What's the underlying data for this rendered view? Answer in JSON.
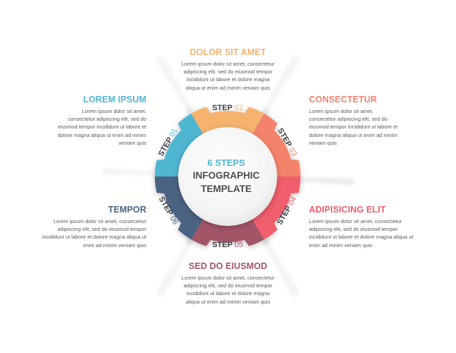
{
  "center": {
    "line1": "6 STEPS",
    "line2": "INFOGRAPHIC",
    "line3": "TEMPLATE",
    "line1_color": "#4fb6d2",
    "text_color": "#4a4d52"
  },
  "steps": [
    {
      "label": "STEP",
      "number": "01",
      "color": "#4fb6d2",
      "title": "LOREM IPSUM",
      "text": [
        "Lorem ipsum dolor sit amet,",
        "consectetur adipiscing elit, sed do",
        "eiusmod tempor incididunt ut labore et",
        "dolore magna aliqua ut enim ad minim",
        "veniam quis"
      ]
    },
    {
      "label": "STEP",
      "number": "02",
      "color": "#f6b36e",
      "title": "DOLOR SIT AMET",
      "text": [
        "Lorem ipsum dolor sit amet, consectetur",
        "adipiscing elit, sed do eiusmod tempor",
        "incididunt ut labore et dolore magna",
        "aliqua ut enim ad minim veniam quis"
      ]
    },
    {
      "label": "STEP",
      "number": "03",
      "color": "#f4836c",
      "title": "CONSECTETUR",
      "text": [
        "Lorem ipsum dolor sit amet,",
        "consectetur adipiscing elit, sed do",
        "eiusmod tempor incididunt ut labore et",
        "dolore magna aliqua ut enim ad minim",
        "veniam quis"
      ]
    },
    {
      "label": "STEP",
      "number": "04",
      "color": "#f05d6c",
      "title": "ADIPISICING ELIT",
      "text": [
        "Lorem ipsum dolor sit amet, consectetur",
        "adipiscing elit, sed do eiusmod tempor",
        "incididunt ut labore et dolore magna aliqua ut",
        "enim ad minim veniam quis"
      ]
    },
    {
      "label": "STEP",
      "number": "05",
      "color": "#a35468",
      "title": "SED DO EIUSMOD",
      "text": [
        "Lorem ipsum dolor sit amet, consectetur",
        "adipiscing elit, sed do eiusmod tempor",
        "incididunt ut labore et dolore magna",
        "aliqua ut enim ad minim veniam quis"
      ]
    },
    {
      "label": "STEP",
      "number": "06",
      "color": "#4b6482",
      "title": "TEMPOR",
      "text": [
        "Lorem ipsum dolor sit amet, consectetur",
        "adipiscing elit, sed do eiusmod tempor",
        "incididunt ut labore et dolore magna aliqua ut",
        "enim ad minim veniam quis"
      ]
    }
  ]
}
